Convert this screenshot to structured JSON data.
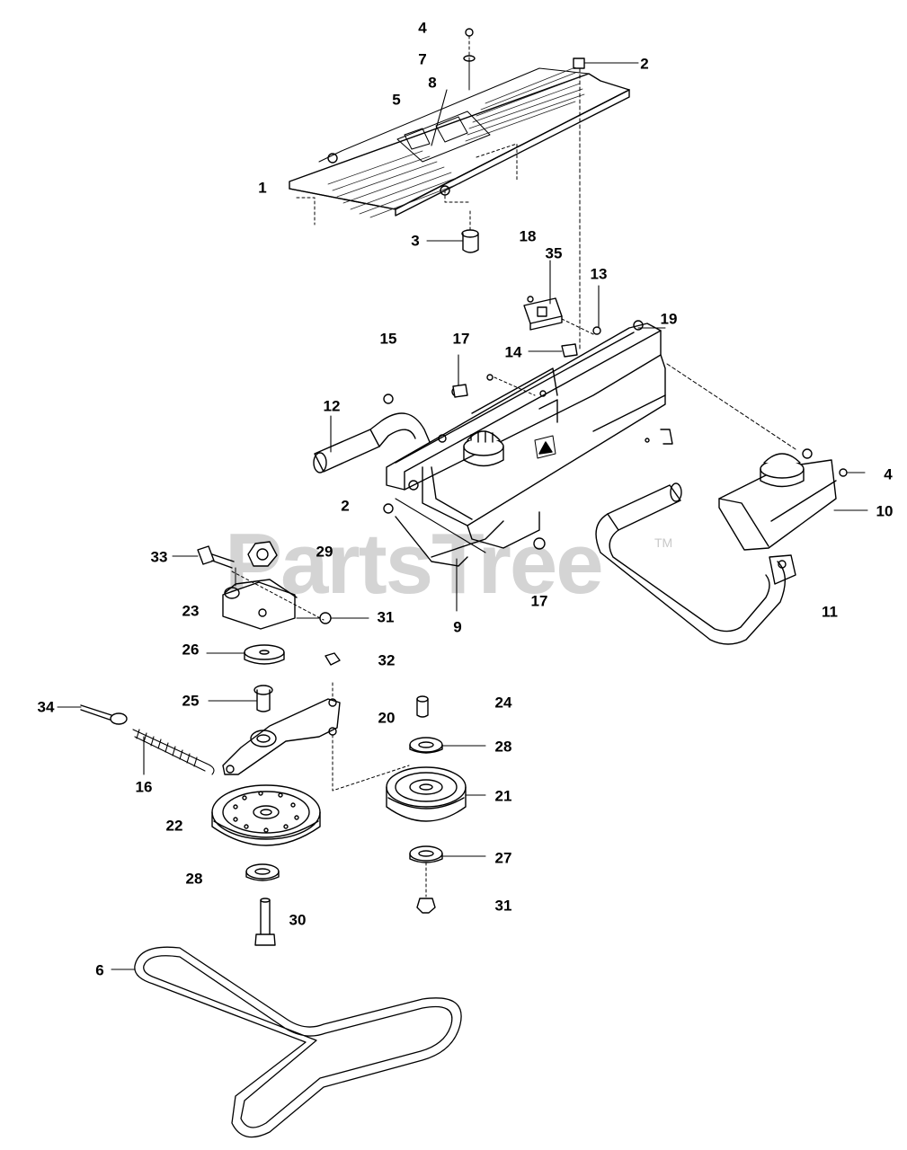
{
  "watermark": {
    "text": "PartsTree",
    "mark": "TM"
  },
  "callouts": [
    "4",
    "7",
    "2",
    "5",
    "8",
    "1",
    "3",
    "18",
    "35",
    "13",
    "19",
    "15",
    "17",
    "14",
    "12",
    "4",
    "2",
    "10",
    "33",
    "29",
    "23",
    "31",
    "17",
    "9",
    "11",
    "26",
    "32",
    "25",
    "34",
    "20",
    "24",
    "28",
    "16",
    "21",
    "22",
    "27",
    "28",
    "31",
    "30",
    "6"
  ]
}
